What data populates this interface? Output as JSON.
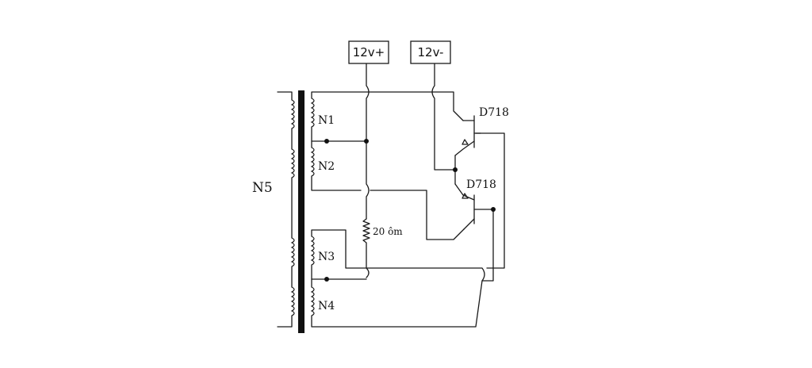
{
  "diagram": {
    "supply_positive": "12v+",
    "supply_negative": "12v-",
    "winding_primary": "N5",
    "windings": [
      "N1",
      "N2",
      "N3",
      "N4"
    ],
    "resistor": "20 ôm",
    "transistor_top": "D718",
    "transistor_bottom": "D718"
  }
}
